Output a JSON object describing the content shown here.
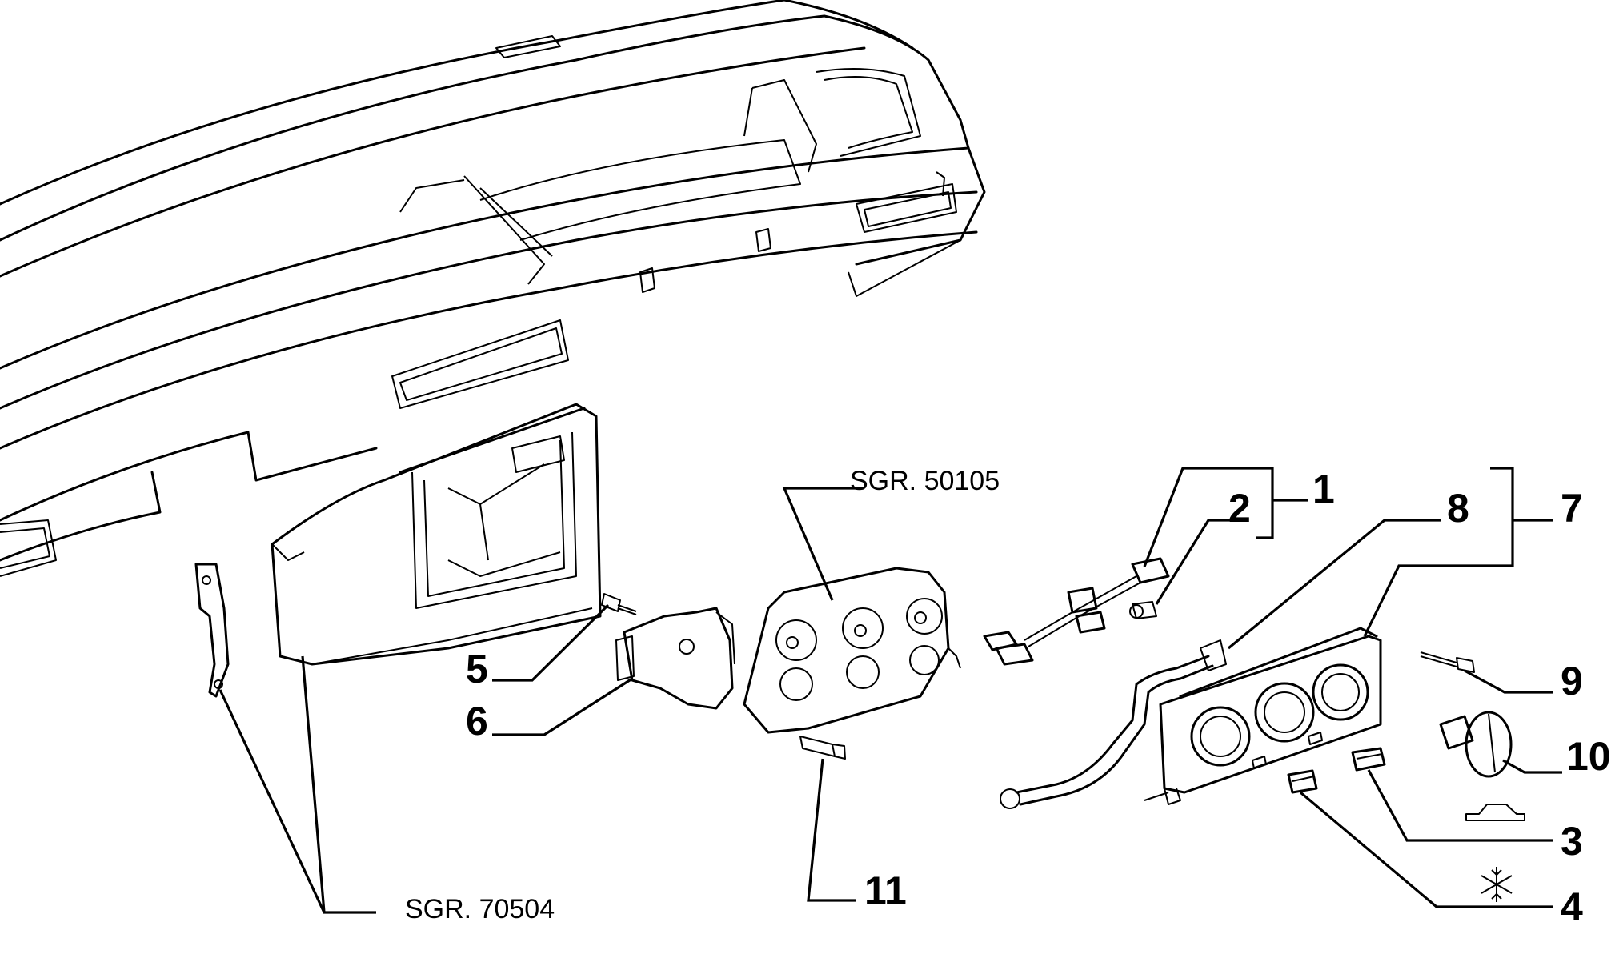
{
  "callouts": {
    "c1": "1",
    "c2": "2",
    "c3": "3",
    "c4": "4",
    "c5": "5",
    "c6": "6",
    "c7": "7",
    "c8": "8",
    "c9": "9",
    "c10": "10",
    "c11": "11"
  },
  "references": {
    "sgr_top": "SGR. 50105",
    "sgr_bottom": "SGR. 70504"
  },
  "icons": {
    "car_icon": "car-outline-icon",
    "snowflake_icon": "snowflake-icon"
  }
}
